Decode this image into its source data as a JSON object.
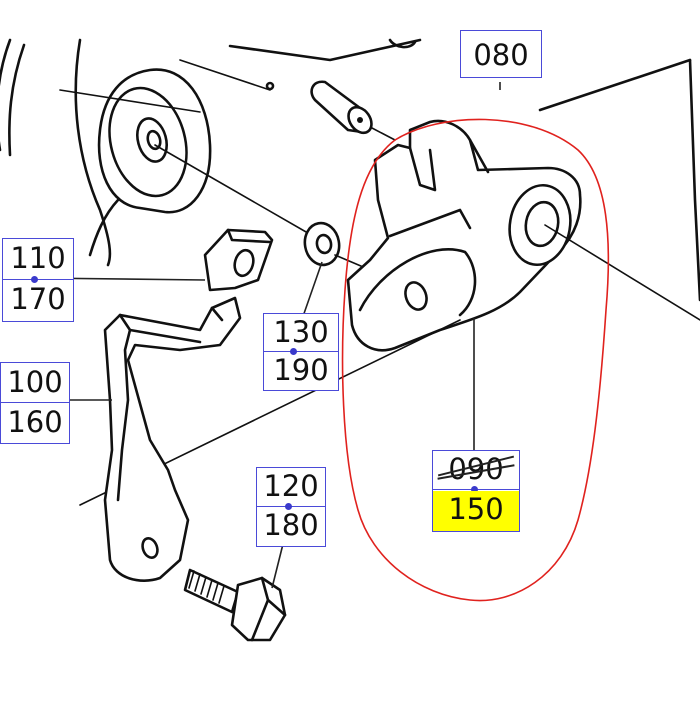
{
  "callouts": {
    "top": "080",
    "c1": {
      "upper": "110",
      "lower": "170"
    },
    "c2": {
      "upper": "130",
      "lower": "190"
    },
    "c3": {
      "upper": "100",
      "lower": "160"
    },
    "c4": {
      "upper": "120",
      "lower": "180"
    },
    "c5": {
      "upper": "090",
      "lower": "150"
    }
  },
  "colors": {
    "ink": "#111111",
    "callout_border": "#4a4ad8",
    "highlight_circle": "#e0221e",
    "highlight_fill": "#ffff00"
  }
}
